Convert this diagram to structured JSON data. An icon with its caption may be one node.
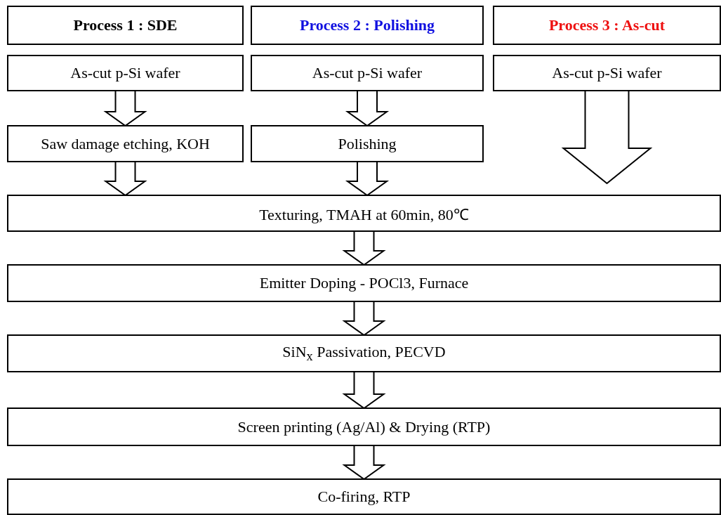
{
  "diagram": {
    "nodes": [
      {
        "text": [
          "Process 1 : SDE"
        ]
      },
      {
        "text": [
          "Process 2 : Polishing"
        ]
      },
      {
        "text": [
          "Process 3 : As-cut"
        ]
      },
      {
        "text": [
          "As-cut  p-Si wafer"
        ]
      },
      {
        "text": [
          "As-cut  p-Si wafer"
        ]
      },
      {
        "text": [
          "As-cut  p-Si wafer"
        ]
      },
      {
        "text": [
          "Saw damage etching, KOH"
        ]
      },
      {
        "text": [
          "Polishing"
        ]
      },
      {
        "text": [
          "Texturing, TMAH at 60min, 80℃"
        ]
      },
      {
        "text": [
          "Emitter Doping - POCl3, Furnace"
        ]
      },
      {
        "text": [
          "SiN$_{x}$ Passivation, PECVD"
        ]
      },
      {
        "text": [
          "Screen printing (Ag/Al) & Drying (RTP)"
        ]
      },
      {
        "text": [
          "Co-firing, RTP"
        ]
      }
    ],
    "edges": [
      {
        "from": 3,
        "to": 6,
        "arrow": "to"
      },
      {
        "from": 6,
        "to": 8,
        "arrow": "to"
      },
      {
        "from": 4,
        "to": 7,
        "arrow": "to"
      },
      {
        "from": 7,
        "to": 8,
        "arrow": "to"
      },
      {
        "from": 5,
        "to": 8,
        "arrow": "to"
      },
      {
        "from": 8,
        "to": 9,
        "arrow": "to"
      },
      {
        "from": 9,
        "to": 10,
        "arrow": "to"
      },
      {
        "from": 10,
        "to": 11,
        "arrow": "to"
      },
      {
        "from": 11,
        "to": 12,
        "arrow": "to"
      }
    ]
  }
}
